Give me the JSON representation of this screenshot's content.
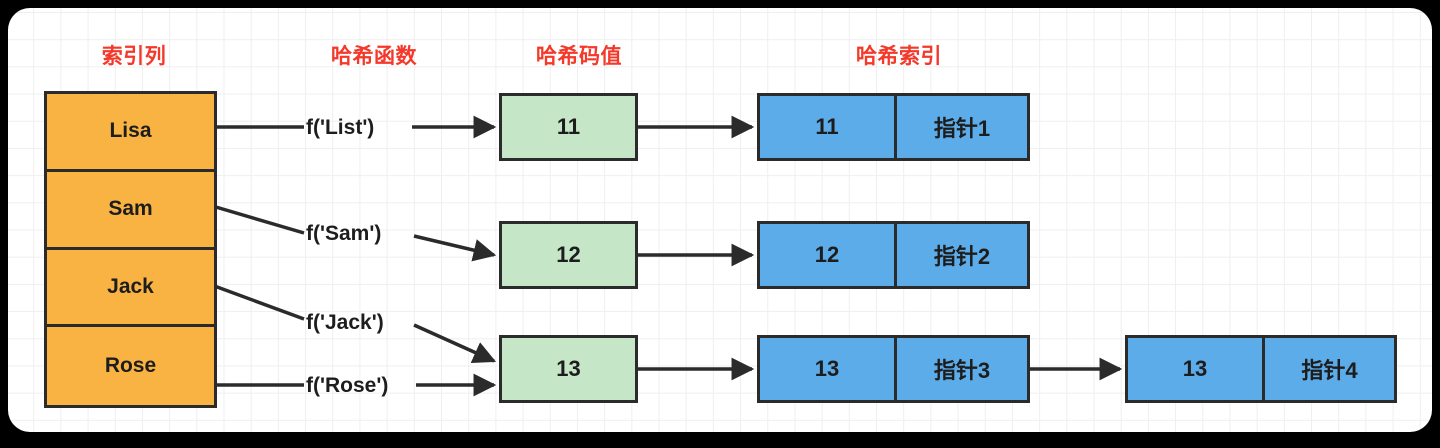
{
  "diagram": {
    "title_labels": [
      {
        "id": "index-column",
        "text": "索引列"
      },
      {
        "id": "hash-function",
        "text": "哈希函数"
      },
      {
        "id": "hash-code",
        "text": "哈希码值"
      },
      {
        "id": "hash-index",
        "text": "哈希索引"
      }
    ],
    "colors": {
      "label": "#f4382a",
      "index_box": "#f9b343",
      "hash_box": "#c6e6c8",
      "bucket_box": "#5cace9",
      "stroke": "#2b2b2b",
      "canvas": "#ffffff",
      "grid": "#efefef",
      "page_background": "#000000"
    },
    "index_entries": [
      {
        "name": "Lisa"
      },
      {
        "name": "Sam"
      },
      {
        "name": "Jack"
      },
      {
        "name": "Rose"
      }
    ],
    "function_calls": [
      {
        "text": "f('List')"
      },
      {
        "text": "f('Sam')"
      },
      {
        "text": "f('Jack')"
      },
      {
        "text": "f('Rose')"
      }
    ],
    "hash_codes": [
      {
        "value": "11"
      },
      {
        "value": "12"
      },
      {
        "value": "13"
      }
    ],
    "buckets": [
      {
        "key": "11",
        "pointer": "指针1"
      },
      {
        "key": "12",
        "pointer": "指针2"
      },
      {
        "key": "13",
        "pointer": "指针3"
      },
      {
        "key": "13",
        "pointer": "指针4"
      }
    ]
  }
}
